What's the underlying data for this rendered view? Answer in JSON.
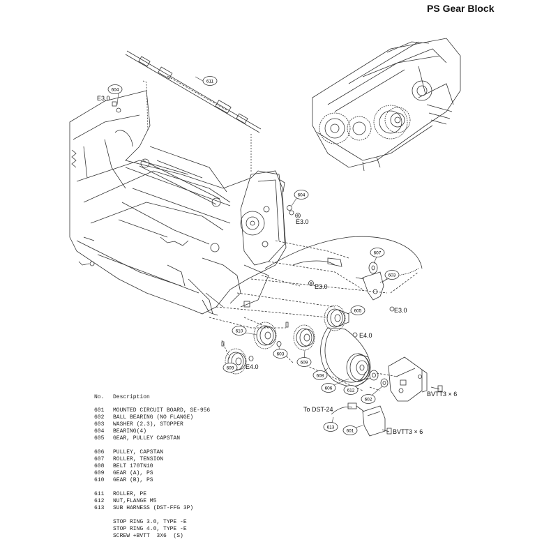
{
  "title": "PS Gear Block",
  "callouts": {
    "c611": "611",
    "c604a": "604",
    "c604b": "604",
    "c607": "607",
    "c603a": "603",
    "c605": "605",
    "c610": "610",
    "c603b": "603",
    "c609a": "609",
    "c609b": "609",
    "c608": "608",
    "c606": "606",
    "c612": "612",
    "c602": "602",
    "c613": "613",
    "c601": "601"
  },
  "labels": {
    "e30_a": "E3.0",
    "e30_b": "E3.0",
    "e30_c": "E3.0",
    "e30_d": "E3.0",
    "e40_a": "E4.0",
    "e40_b": "E4.0",
    "bvtt_a": "BVTT3 × 6",
    "bvtt_b": "BVTT3 × 6",
    "to_dst": "To DST-24"
  },
  "parts_list": {
    "header_no": "No.",
    "header_desc": "Description",
    "groups": [
      [
        {
          "no": "601",
          "desc": "MOUNTED CIRCUIT BOARD, SE-956"
        },
        {
          "no": "602",
          "desc": "BALL BEARING (NO FLANGE)"
        },
        {
          "no": "603",
          "desc": "WASHER (2.3), STOPPER"
        },
        {
          "no": "604",
          "desc": "BEARING(4)"
        },
        {
          "no": "605",
          "desc": "GEAR, PULLEY CAPSTAN"
        }
      ],
      [
        {
          "no": "606",
          "desc": "PULLEY, CAPSTAN"
        },
        {
          "no": "607",
          "desc": "ROLLER, TENSION"
        },
        {
          "no": "608",
          "desc": "BELT 170TN10"
        },
        {
          "no": "609",
          "desc": "GEAR (A), PS"
        },
        {
          "no": "610",
          "desc": "GEAR (B), PS"
        }
      ],
      [
        {
          "no": "611",
          "desc": "ROLLER, PE"
        },
        {
          "no": "612",
          "desc": "NUT,FLANGE M5"
        },
        {
          "no": "613",
          "desc": "SUB HARNESS (DST-FFG 3P)"
        }
      ]
    ],
    "notes": [
      "STOP RING 3.0, TYPE -E",
      "STOP RING 4.0, TYPE -E",
      "SCREW +BVTT  3X6  (S)"
    ]
  }
}
